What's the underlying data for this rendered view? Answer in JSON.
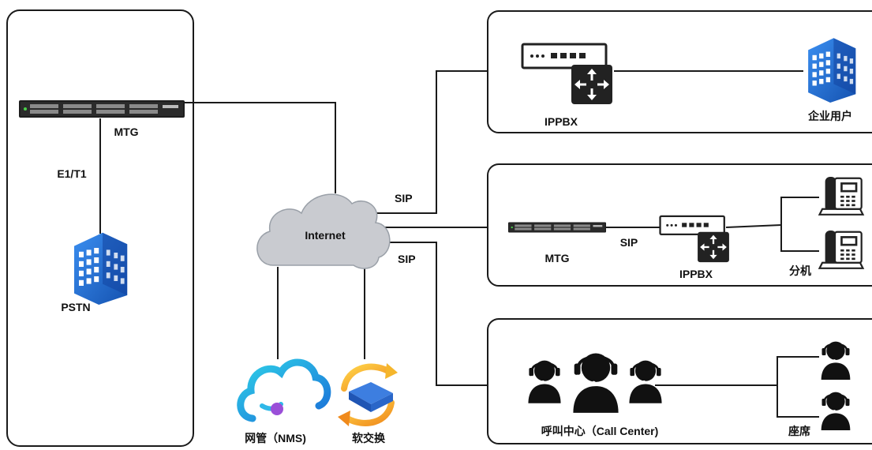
{
  "left_panel": {
    "mtg_label": "MTG",
    "link_label": "E1/T1",
    "pstn_label": "PSTN"
  },
  "center": {
    "internet_label": "Internet",
    "sip_upper": "SIP",
    "sip_lower": "SIP",
    "nms_label": "网管（NMS)",
    "softswitch_label": "软交换"
  },
  "enterprise_panel": {
    "ippbx_label": "IPPBX",
    "enterprise_label": "企业用户"
  },
  "branch_panel": {
    "mtg_label": "MTG",
    "sip_label": "SIP",
    "ippbx_label": "IPPBX",
    "extension_label": "分机"
  },
  "callcenter_panel": {
    "callcenter_label": "呼叫中心（Call Center)",
    "seat_label": "座席"
  },
  "colors": {
    "line": "#1a1a1a",
    "cloud_fill": "#c9cbd0",
    "building_blue": "#1f6fd6",
    "router_dark": "#222222"
  }
}
